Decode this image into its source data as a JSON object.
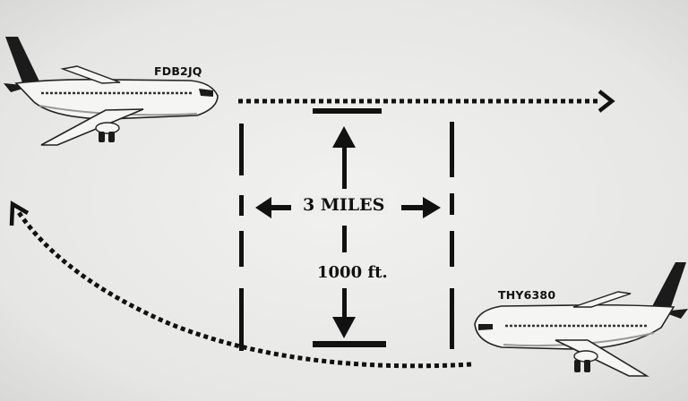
{
  "aircraft": {
    "top": {
      "callsign": "FDB2JQ"
    },
    "bottom": {
      "callsign": "THY6380"
    }
  },
  "separation": {
    "lateral_label": "3 MILES",
    "vertical_label": "1000 ft."
  }
}
